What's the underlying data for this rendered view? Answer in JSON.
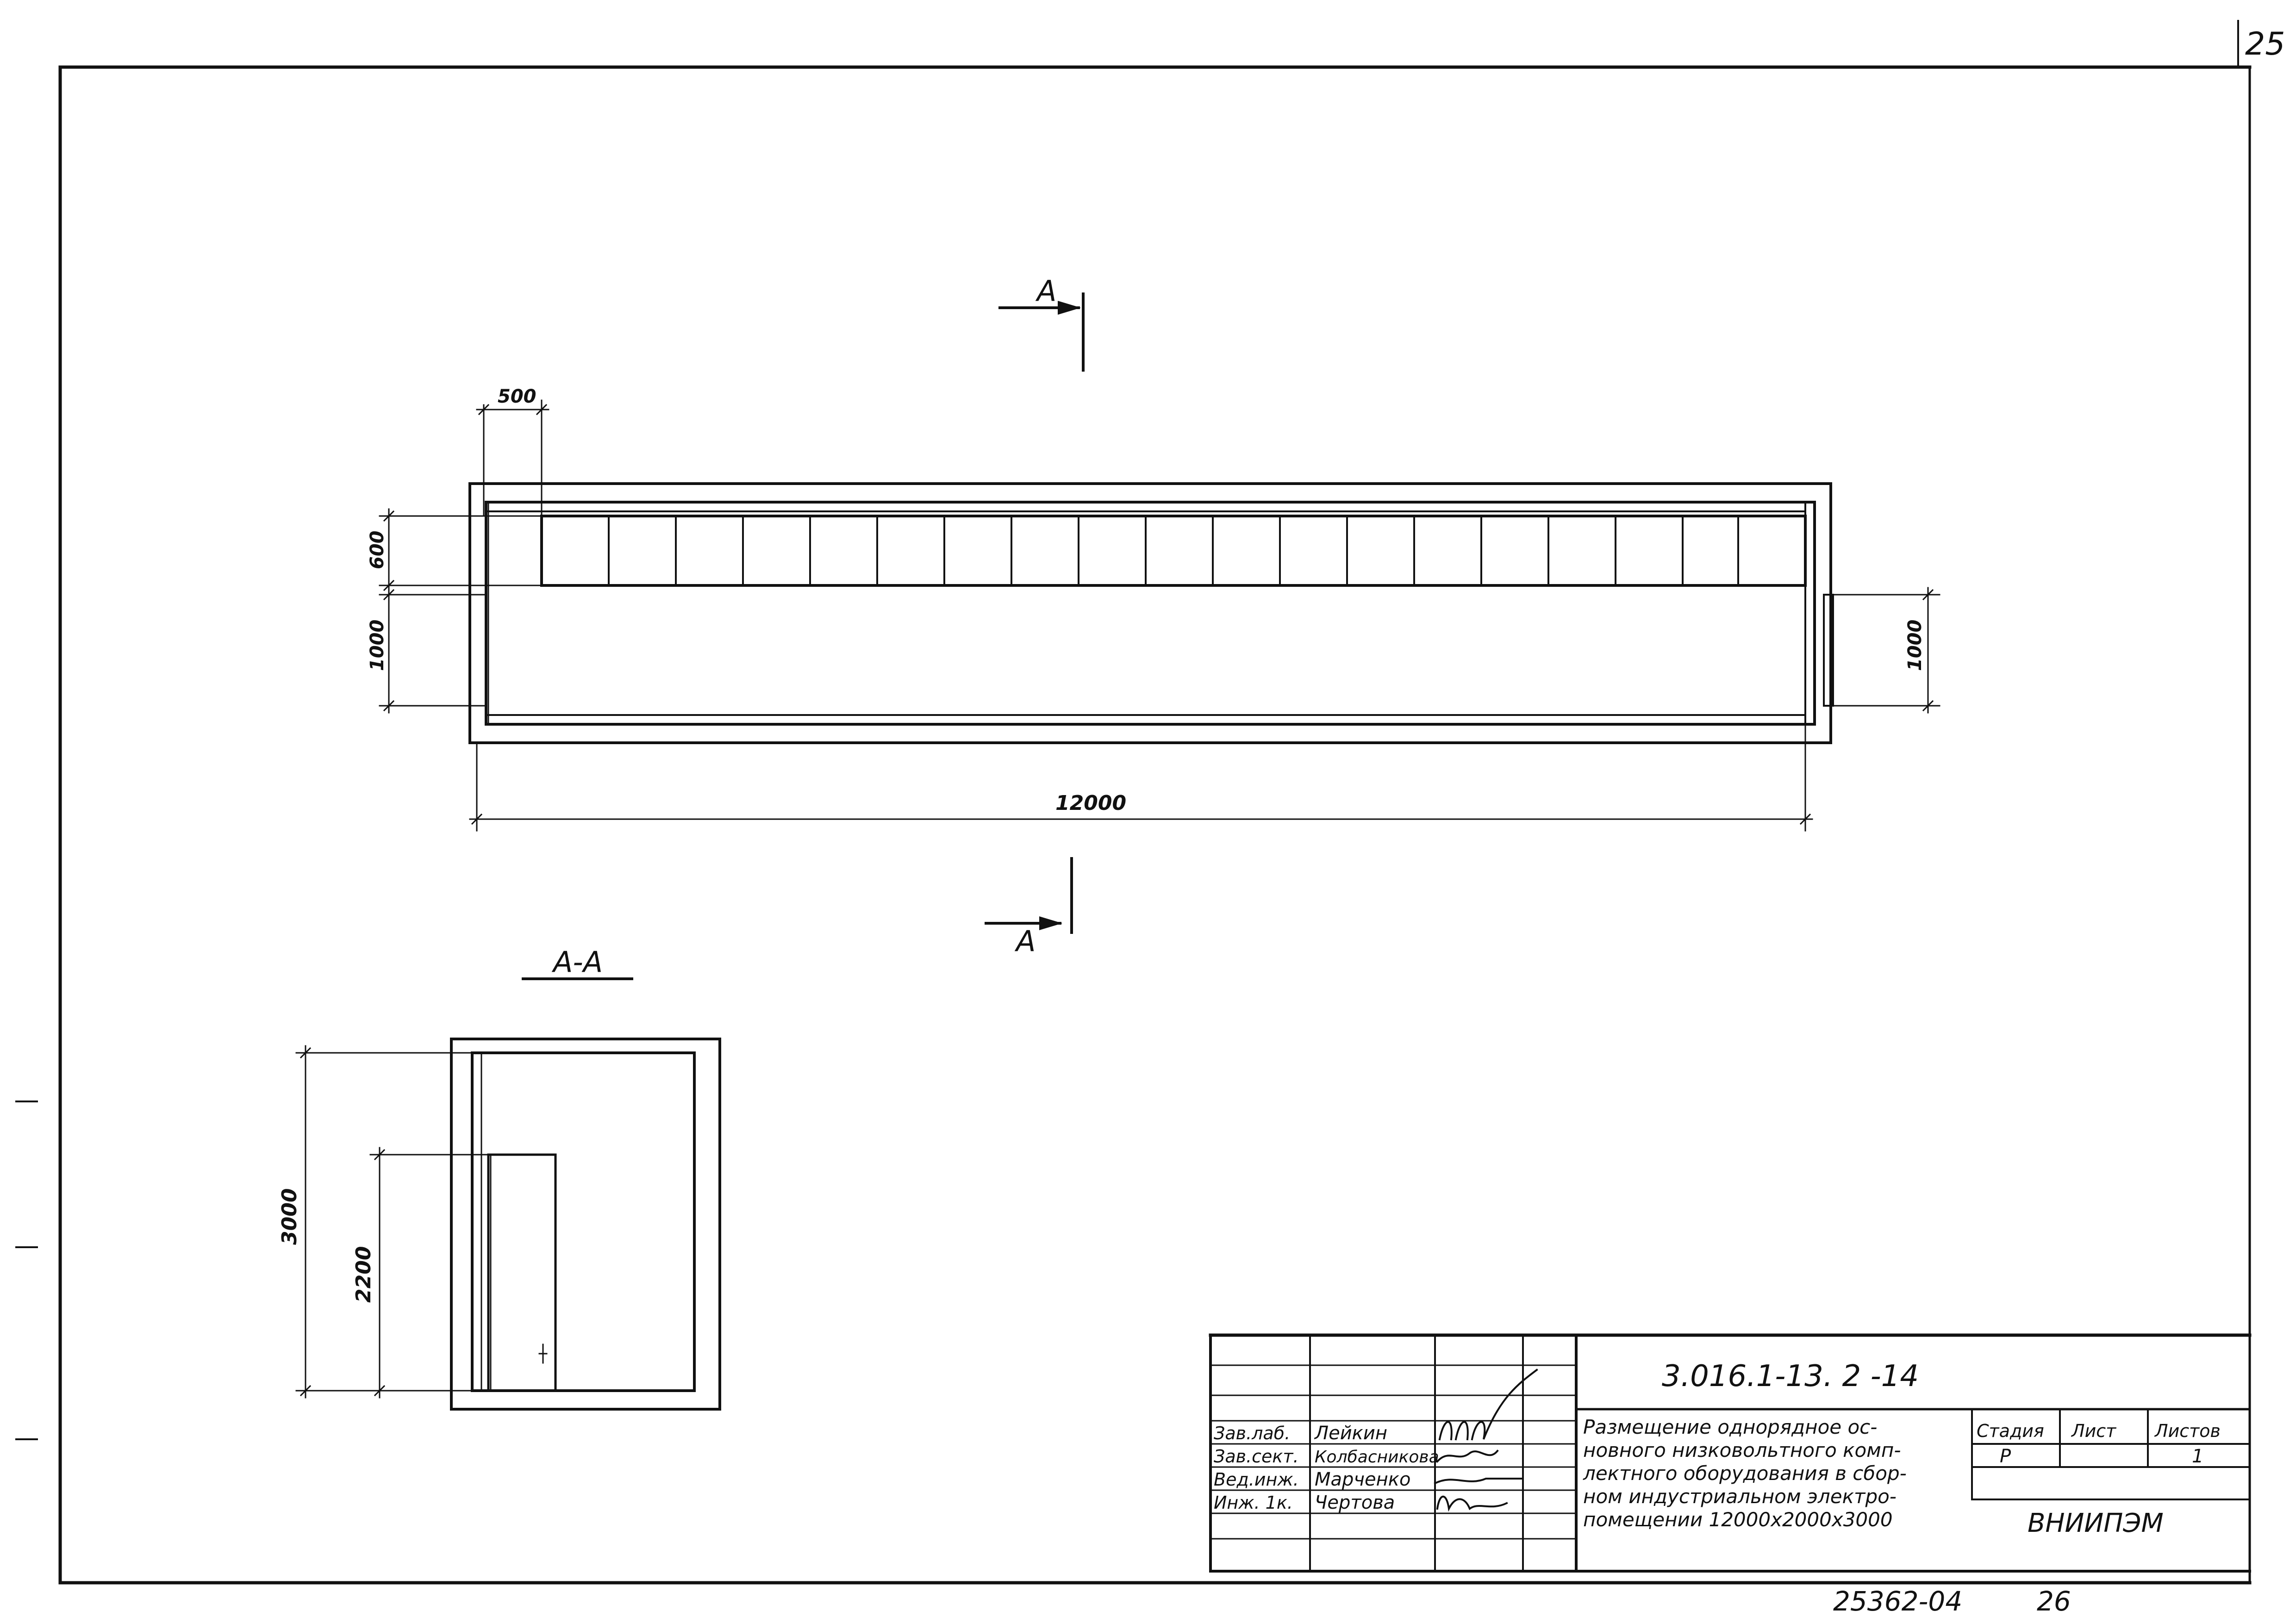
{
  "sheet": {
    "corner_number": "25",
    "footer_left": "25362-04",
    "footer_right": "26"
  },
  "plan": {
    "dim_module": "500",
    "dim_cabinet_depth": "600",
    "dim_aisle_left": "1000",
    "dim_aisle_right": "1000",
    "dim_length": "12000",
    "section_mark": "A"
  },
  "section": {
    "title": "А-А",
    "dim_height": "3000",
    "dim_cabinet_height": "2200"
  },
  "title_block": {
    "designation": "3.016.1-13. 2 -14",
    "drawing_title_lines": [
      "Размещение однорядное ос-",
      "новного низковольтного комп-",
      "лектного оборудования в сбор-",
      "ном индустриальном электро-",
      "помещении 12000х2000х3000"
    ],
    "stage_header": "Стадия",
    "sheet_header": "Лист",
    "sheets_header": "Листов",
    "stage_value": "Р",
    "sheets_value": "1",
    "organization": "ВНИИПЭМ",
    "staff": [
      {
        "role": "Зав.лаб.",
        "name": "Лейкин"
      },
      {
        "role": "Зав.сект.",
        "name": "Колбасникова"
      },
      {
        "role": "Вед.инж.",
        "name": "Марченко"
      },
      {
        "role": "Инж. 1к.",
        "name": "Чертова"
      }
    ]
  },
  "colors": {
    "ink": "#111111",
    "paper": "#ffffff"
  }
}
